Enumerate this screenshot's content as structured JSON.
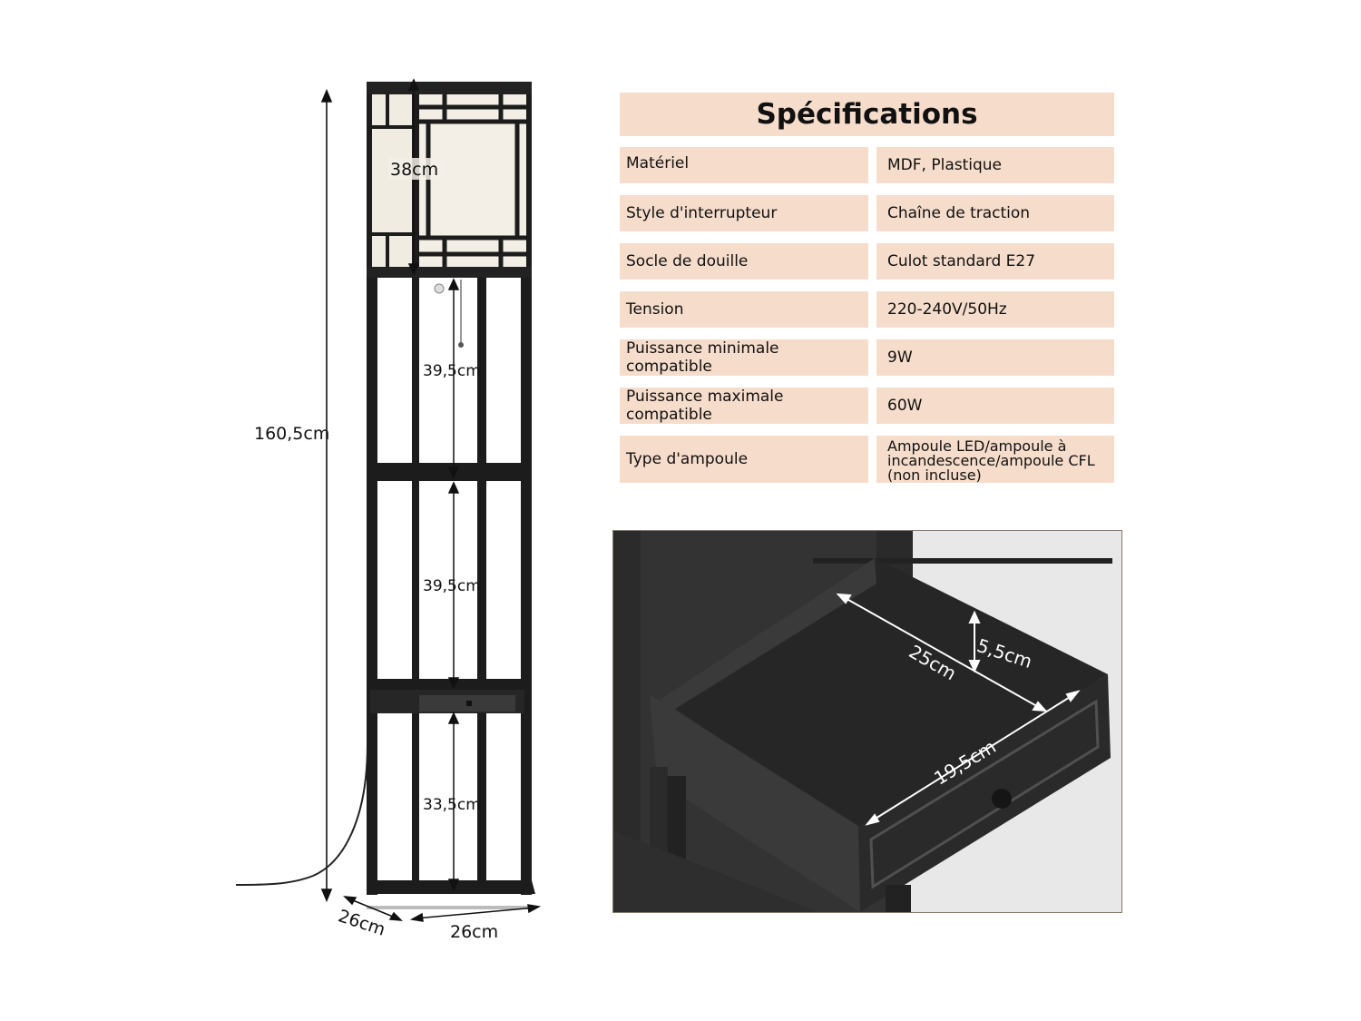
{
  "spec": {
    "title": "Spécifications",
    "rows": [
      {
        "label": "Matériel",
        "value": "MDF, Plastique"
      },
      {
        "label": "Style d'interrupteur",
        "value": "Chaîne de traction"
      },
      {
        "label": "Socle de douille",
        "value": "Culot standard E27"
      },
      {
        "label": "Tension",
        "value": "220-240V/50Hz"
      },
      {
        "label": "Puissance minimale compatible",
        "value": "9W"
      },
      {
        "label": "Puissance maximale compatible",
        "value": "60W"
      },
      {
        "label": "Type d'ampoule",
        "value": "Ampoule LED/ampoule à incandescence/ampoule CFL (non incluse)"
      }
    ]
  },
  "dimensions": {
    "total_height": "160,5cm",
    "shade_height": "38cm",
    "shelf_1": "39,5cm",
    "shelf_2": "39,5cm",
    "shelf_3": "33,5cm",
    "depth": "26cm",
    "width": "26cm"
  },
  "drawer": {
    "depth": "25cm",
    "height": "5,5cm",
    "width": "19,5cm"
  },
  "colors": {
    "table_fill": "#f6dccb",
    "frame": "#1c1c1c",
    "shade": "#f3efe6"
  }
}
